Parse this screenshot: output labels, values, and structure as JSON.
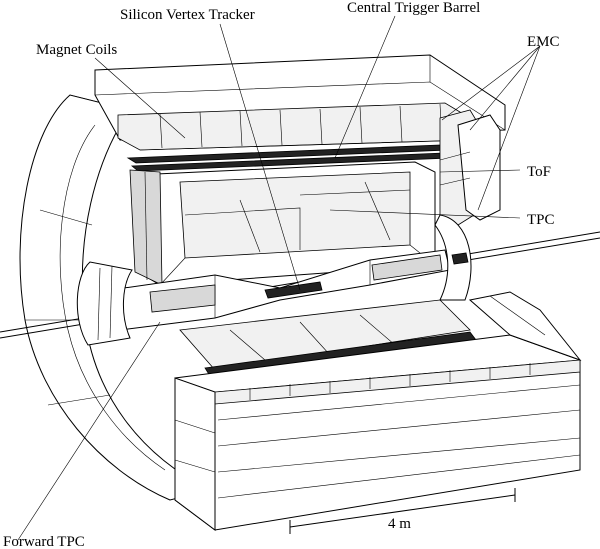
{
  "labels": {
    "svt": "Silicon Vertex Tracker",
    "ctb": "Central Trigger Barrel",
    "magnet": "Magnet Coils",
    "emc": "EMC",
    "tof": "ToF",
    "tpc": "TPC",
    "ftpc": "Forward TPC",
    "scale": "4 m"
  },
  "colors": {
    "line": "#000000",
    "background": "#ffffff",
    "dark": "#222222",
    "shade": "#d8d8d8",
    "light": "#f1f1f1"
  }
}
